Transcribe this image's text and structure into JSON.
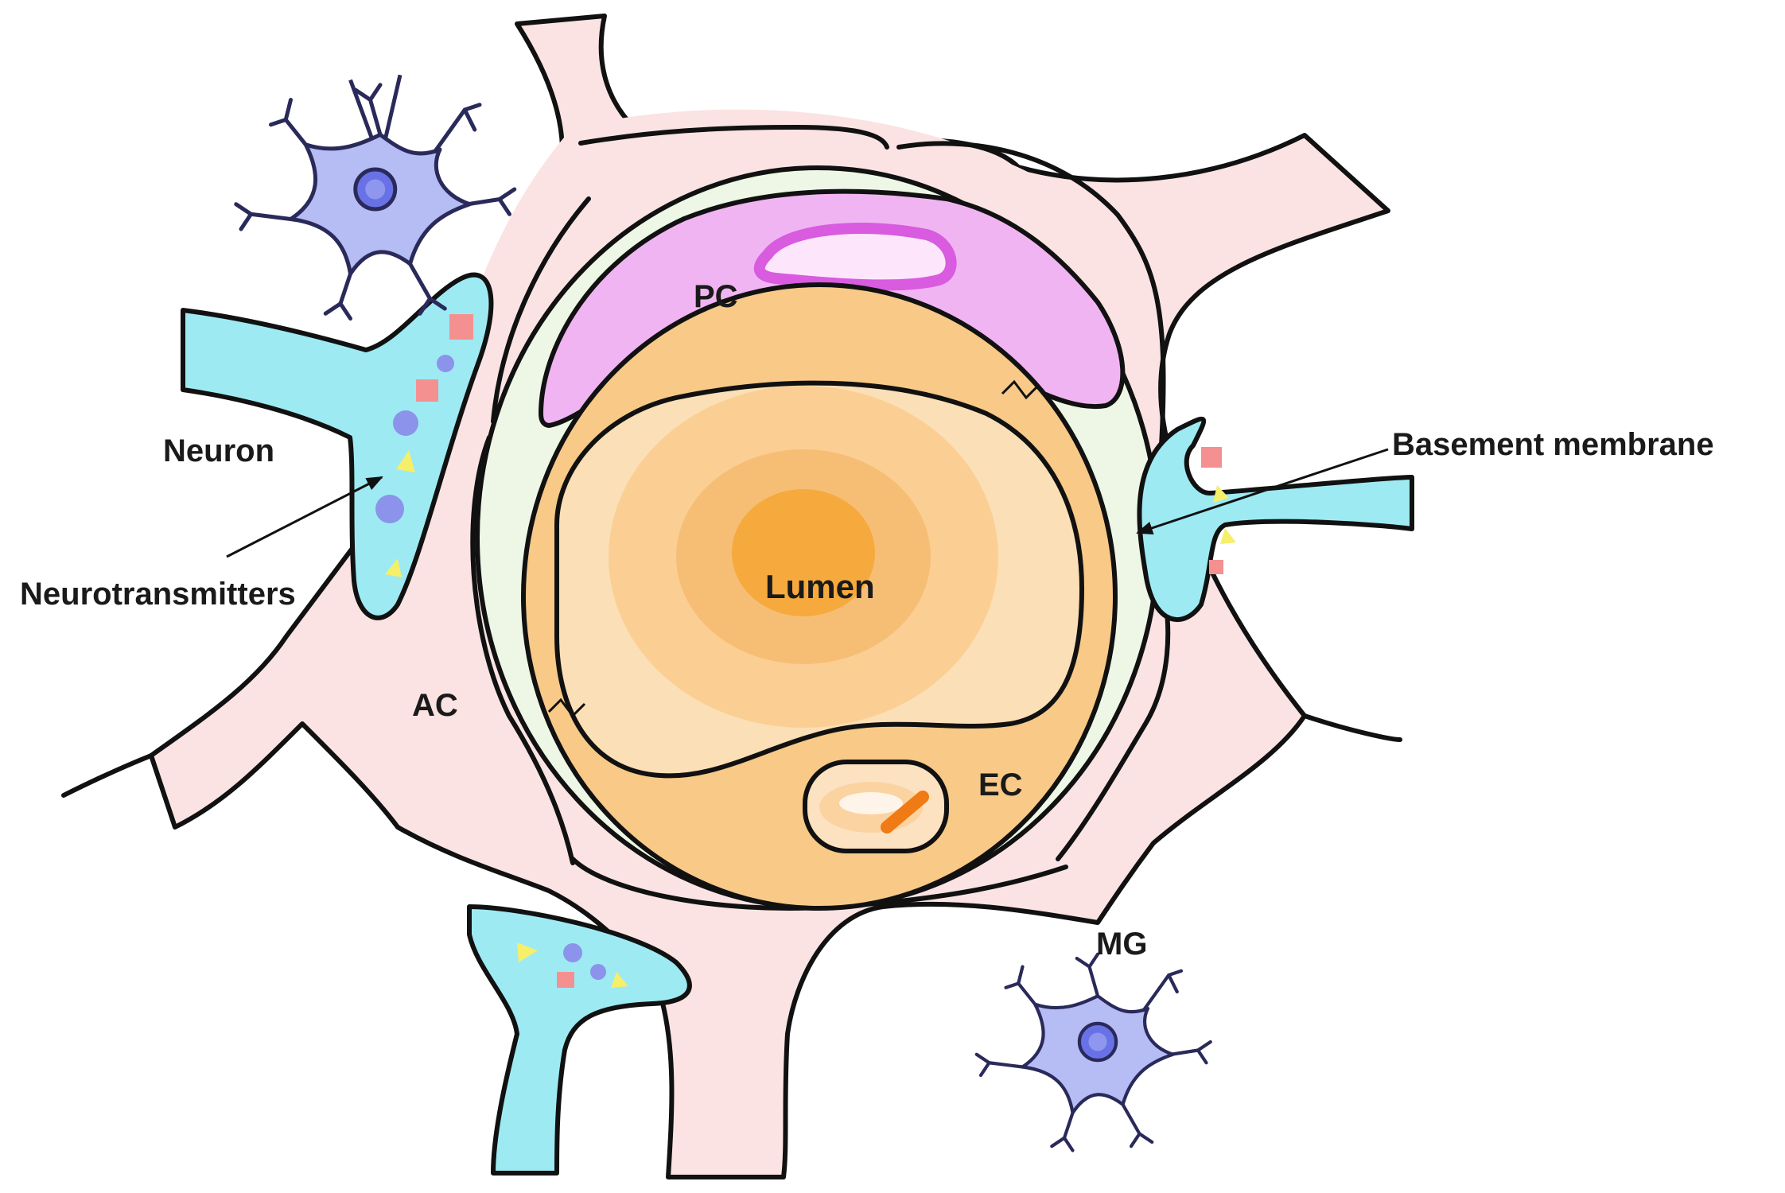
{
  "labels": {
    "pc": "PC",
    "lumen": "Lumen",
    "ec": "EC",
    "ac": "AC",
    "neuron": "Neuron",
    "neurotransmitters": "Neurotransmitters",
    "basement_membrane": "Basement membrane",
    "mg": "MG"
  },
  "colors": {
    "astrocyte": "#fbe3e3",
    "basement_membrane": "#eef7e6",
    "endothelium": "#f8c987",
    "lumen_outer": "#fbdfb6",
    "lumen_mid": "#fbcf93",
    "lumen_core": "#f6a93d",
    "pericyte": "#f1b4f2",
    "pericyte_nucleus": "#d85be0",
    "neuron_terminal": "#9deaf3",
    "microglia": "#b6bcf4",
    "microglia_nucleus": "#6872e6",
    "vesicle_square": "#f59090",
    "vesicle_circle": "#8c93ea",
    "vesicle_triangle": "#f5ef6a",
    "ec_nucleus_mark": "#f07a14"
  },
  "icons": [
    "neuron-terminal",
    "microglia",
    "vesicle-square",
    "vesicle-circle",
    "vesicle-triangle",
    "arrow"
  ]
}
